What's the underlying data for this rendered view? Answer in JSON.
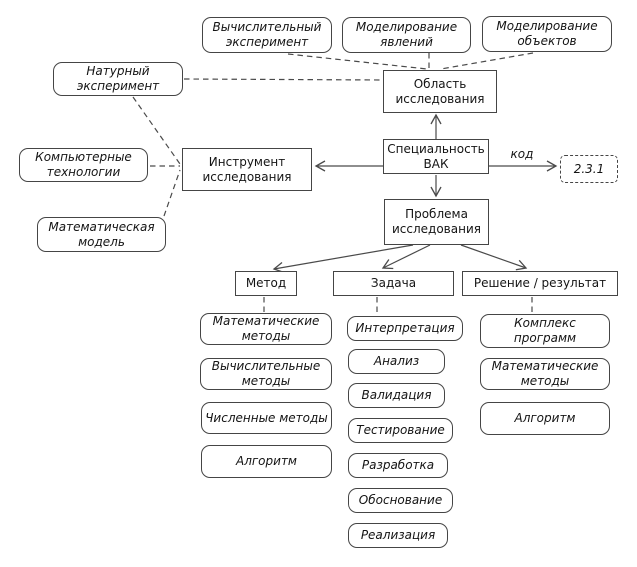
{
  "colors": {
    "background": "#ffffff",
    "box_border": "#454545",
    "connector_line": "#4a4a4a",
    "text": "#141414"
  },
  "diagram": {
    "top_sources": [
      {
        "label": "Вычислительный эксперимент"
      },
      {
        "label": "Моделирование явлений"
      },
      {
        "label": "Моделирование объектов"
      }
    ],
    "left_sources": [
      {
        "label": "Натурный эксперимент"
      },
      {
        "label": "Компьютерные технологии"
      },
      {
        "label": "Математическая модель"
      }
    ],
    "core": {
      "research_area": "Область исследования",
      "research_instrument": "Инструмент исследования",
      "vak_specialty": "Специальность ВАК",
      "research_problem": "Проблема исследования",
      "code_label": "код",
      "code_value": "2.3.1"
    },
    "branches": {
      "method": {
        "label": "Метод",
        "items": [
          "Математические методы",
          "Вычислительные методы",
          "Численные методы",
          "Алгоритм"
        ]
      },
      "task": {
        "label": "Задача",
        "items": [
          "Интерпретация",
          "Анализ",
          "Валидация",
          "Тестирование",
          "Разработка",
          "Обоснование",
          "Реализация"
        ]
      },
      "solution": {
        "label": "Решение / результат",
        "items": [
          "Комплекс программ",
          "Математические методы",
          "Алгоритм"
        ]
      }
    }
  }
}
